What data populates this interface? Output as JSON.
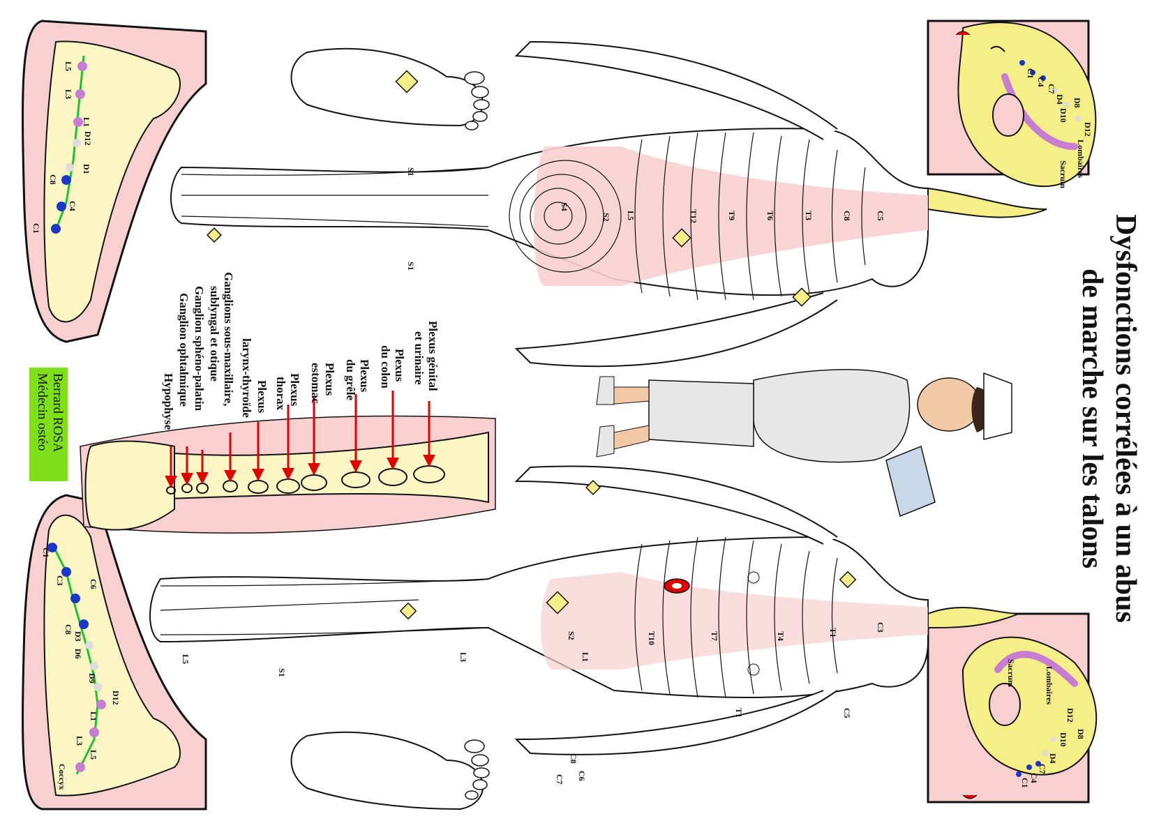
{
  "title": {
    "line1": "Dysfonctions corrélées à un abus",
    "line2": "de marche sur les talons"
  },
  "author": {
    "name": "Berrard ROSA",
    "role": "Médecin ostéo"
  },
  "plexus_labels": [
    "Plexus génital",
    "et urinaire",
    "Plexus",
    "du colon",
    "Plexus",
    "du grêle",
    "Plexus",
    "estomac",
    "Plexus",
    "thorax",
    "Plexus",
    "larynx-thyroïde",
    "Ganglions sous-maxillaire,",
    "sublyngal et otique",
    "Ganglion sphéno-palatin",
    "Ganglion ophtalmique",
    "Hypophyse"
  ],
  "head_labels": {
    "top": [
      "C1",
      "C4",
      "C7",
      "D4",
      "D10",
      "D8",
      "D12",
      "Lombaires",
      "Sacrum"
    ],
    "bottom": [
      "Sacrum",
      "Lombaires",
      "D12",
      "D8",
      "D10",
      "D4",
      "C7",
      "C4",
      "C1"
    ]
  },
  "back_body_labels": [
    "C5",
    "C8",
    "T3",
    "T6",
    "T9",
    "T12",
    "L5",
    "S2",
    "S4",
    "S1",
    "S1"
  ],
  "front_body_labels": [
    "C3",
    "T1",
    "T4",
    "T7",
    "T10",
    "L1",
    "S2",
    "L3",
    "S1",
    "L5",
    "C5",
    "T1",
    "C6",
    "C7",
    "C8"
  ],
  "foot_top_labels": [
    "L5",
    "L3",
    "L1",
    "D12",
    "D1",
    "C8",
    "C4",
    "C1"
  ],
  "foot_bottom_labels": [
    "C1",
    "C3",
    "C6",
    "C8",
    "D3",
    "D6",
    "D9",
    "D12",
    "L1",
    "L3",
    "L5",
    "Coccyx"
  ],
  "colors": {
    "skin": "#f8d0d0",
    "bone": "#fbf6c4",
    "hair": "#f6ee86",
    "accent_red": "#e00000",
    "dot_blue": "#1a37c9",
    "dot_pink": "#c77dd2",
    "spine_green": "#19c42a",
    "signature_bg": "#7fe01a"
  }
}
